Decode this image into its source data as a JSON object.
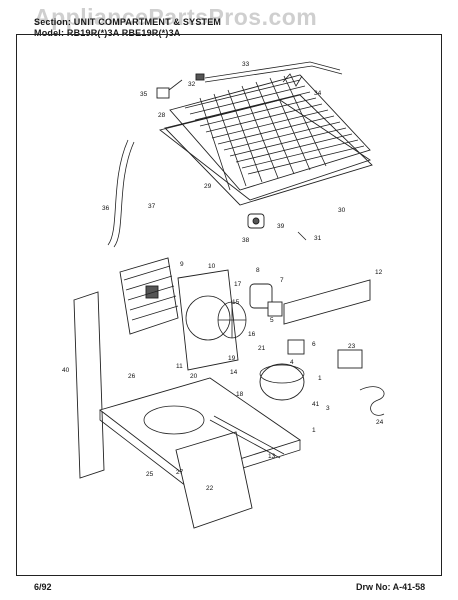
{
  "watermark": "AppliancePartsPros.com",
  "header": {
    "section_line": "Section: UNIT COMPARTMENT & SYSTEM",
    "model_line": "Model: RB19R(*)3A RBE19R(*)3A"
  },
  "footer": {
    "date": "6/92",
    "drawing_number": "Drw No: A-41-58"
  },
  "callouts": [
    "1",
    "3",
    "4",
    "5",
    "6",
    "7",
    "8",
    "9",
    "10",
    "11",
    "12",
    "13",
    "14",
    "15",
    "16",
    "17",
    "18",
    "19",
    "20",
    "21",
    "22",
    "23",
    "24",
    "25",
    "26",
    "27",
    "28",
    "29",
    "30",
    "31",
    "32",
    "33",
    "34",
    "35",
    "36",
    "37",
    "38",
    "39",
    "40",
    "41"
  ]
}
